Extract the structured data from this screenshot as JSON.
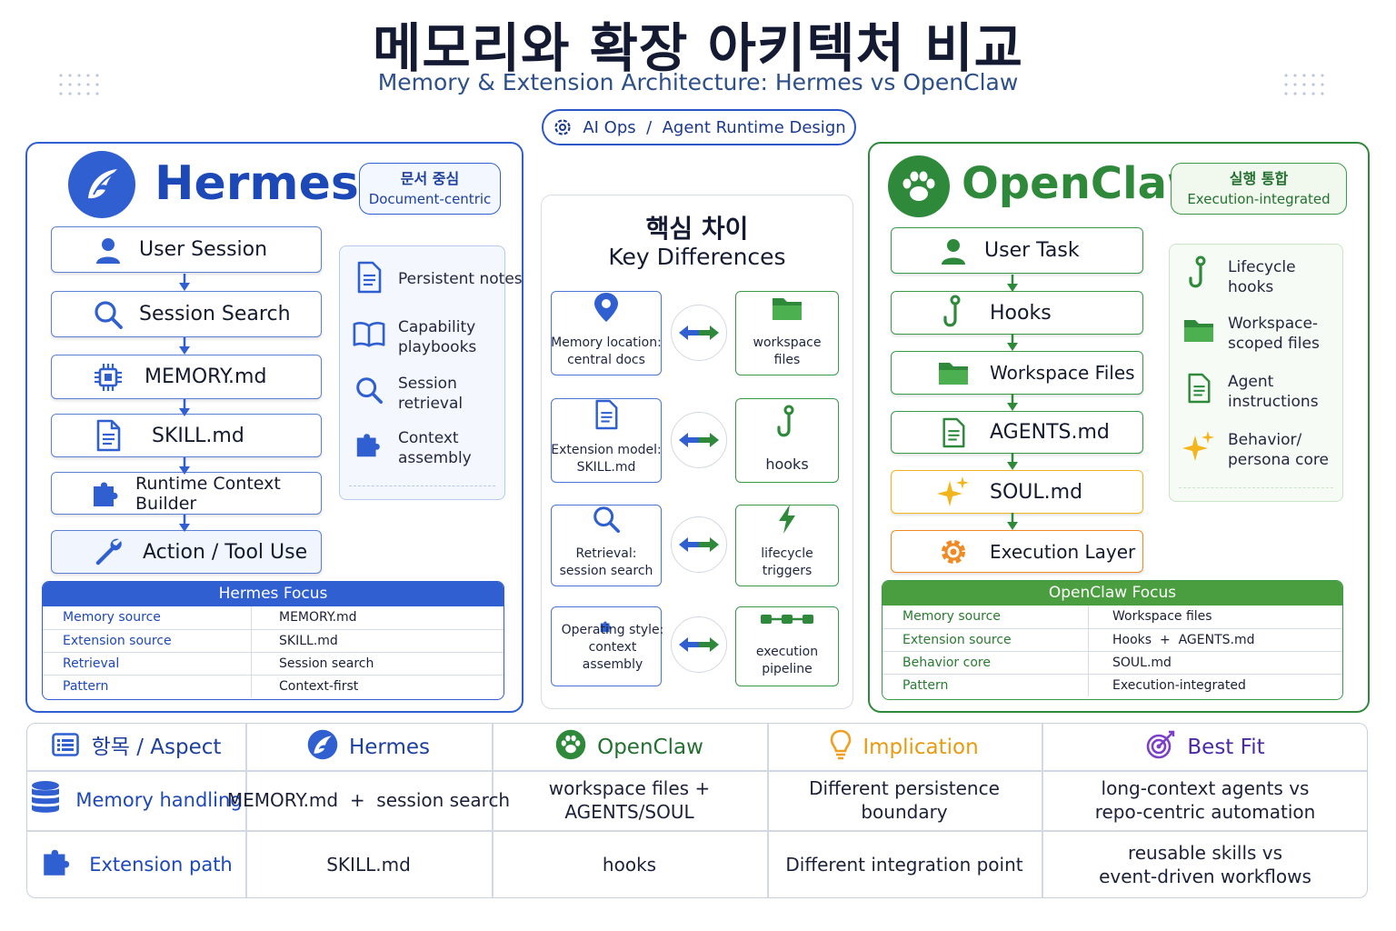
{
  "header": {
    "title_ko": "메모리와 확장 아키텍처 비교",
    "title_en": "Memory & Extension Architecture: Hermes vs OpenClaw",
    "tagline": "AI Ops  /  Agent Runtime Design"
  },
  "hermes": {
    "name": "Hermes",
    "badge_ko": "문서 중심",
    "badge_en": "Document-centric",
    "flow": [
      "User Session",
      "Session Search",
      "MEMORY.md",
      "SKILL.md",
      "Runtime Context Builder",
      "Action / Tool Use"
    ],
    "features": [
      "Persistent notes",
      "Capability\nplaybooks",
      "Session\nretrieval",
      "Context\nassembly"
    ],
    "focus_title": "Hermes Focus",
    "focus_rows": [
      {
        "k": "Memory source",
        "v": "MEMORY.md"
      },
      {
        "k": "Extension source",
        "v": "SKILL.md"
      },
      {
        "k": "Retrieval",
        "v": "Session search"
      },
      {
        "k": "Pattern",
        "v": "Context-first"
      }
    ]
  },
  "openclaw": {
    "name": "OpenClaw",
    "badge_ko": "실행 통합",
    "badge_en": "Execution-integrated",
    "flow": [
      "User Task",
      "Hooks",
      "Workspace Files",
      "AGENTS.md",
      "SOUL.md",
      "Execution Layer"
    ],
    "features": [
      "Lifecycle\nhooks",
      "Workspace-\nscoped files",
      "Agent\ninstructions",
      "Behavior/\npersona core"
    ],
    "focus_title": "OpenClaw Focus",
    "focus_rows": [
      {
        "k": "Memory source",
        "v": "Workspace files"
      },
      {
        "k": "Extension source",
        "v": "Hooks  +  AGENTS.md"
      },
      {
        "k": "Behavior core",
        "v": "SOUL.md"
      },
      {
        "k": "Pattern",
        "v": "Execution-integrated"
      }
    ]
  },
  "key_differences": {
    "title_ko": "핵심 차이",
    "title_en": "Key Differences",
    "rows": [
      {
        "left": "Memory location:\ncentral docs",
        "right": "workspace\nfiles"
      },
      {
        "left": "Extension model:\nSKILL.md",
        "right": "hooks"
      },
      {
        "left": "Retrieval:\nsession search",
        "right": "lifecycle\ntriggers"
      },
      {
        "left": "Operating style:\ncontext\nassembly",
        "right": "execution\npipeline"
      }
    ]
  },
  "comparison": {
    "headers": [
      "항목 / Aspect",
      "Hermes",
      "OpenClaw",
      "Implication",
      "Best Fit"
    ],
    "rows": [
      {
        "aspect": "Memory handling",
        "hermes": "MEMORY.md  +  session search",
        "openclaw": "workspace files +\nAGENTS/SOUL",
        "implication": "Different persistence boundary",
        "bestfit": "long-context agents vs\nrepo-centric automation"
      },
      {
        "aspect": "Extension path",
        "hermes": "SKILL.md",
        "openclaw": "hooks",
        "implication": "Different integration point",
        "bestfit": "reusable skills vs\nevent-driven workflows"
      }
    ]
  },
  "colors": {
    "hermes_blue": "#2f5fd0",
    "openclaw_green": "#2e8a3a",
    "soul_yellow": "#f2b51d",
    "execution_orange": "#f08a24",
    "implication_orange": "#f0a020",
    "bestfit_purple": "#7b3fc9"
  }
}
